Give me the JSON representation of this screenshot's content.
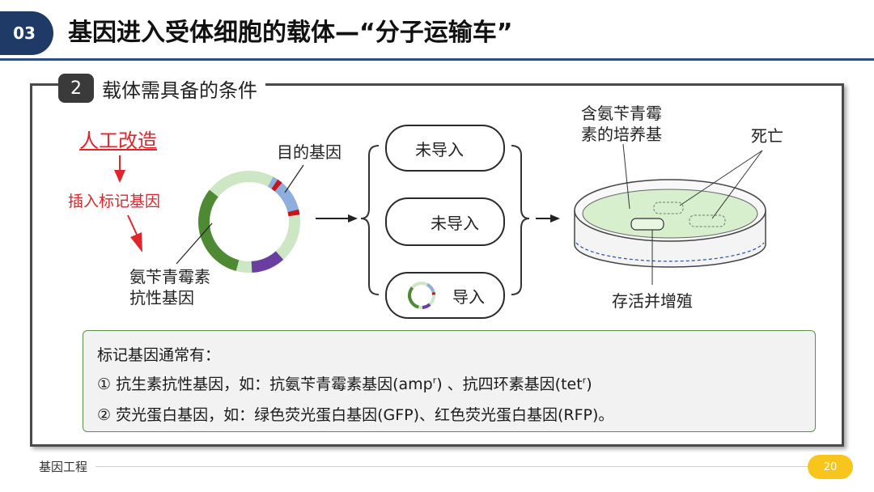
{
  "header": {
    "section_number": "03",
    "title": "基因进入受体细胞的载体—“分子运输车”"
  },
  "subheading": {
    "number": "2",
    "text": "载体需具备的条件"
  },
  "diagram": {
    "artificial_label": "人工改造",
    "insert_marker_label": "插入标记基因",
    "target_gene_label": "目的基因",
    "amp_gene_label_line1": "氨苄青霉素",
    "amp_gene_label_line2": "抗性基因",
    "outcomes": [
      {
        "label": "未导入"
      },
      {
        "label": "未导入"
      },
      {
        "label": "导入"
      }
    ],
    "medium_label_line1": "含氨苄青霉",
    "medium_label_line2": "素的培养基",
    "death_label": "死亡",
    "survive_label": "存活并增殖"
  },
  "note": {
    "heading": "标记基因通常有：",
    "item1_prefix": "① 抗生素抗性基因，如：抗氨苄青霉素基因(amp",
    "item1_sup1": "r",
    "item1_middle": ") 、抗四环素基因(tet",
    "item1_sup2": "r",
    "item1_suffix": ")",
    "item2": "② 荧光蛋白基因，如：绿色荧光蛋白基因(GFP)、红色荧光蛋白基因(RFP)。"
  },
  "footer": {
    "text": "基因工程",
    "page_number": "20"
  },
  "colors": {
    "header_navy": "#1f3a66",
    "accent_red": "#e0262c",
    "plasmid_green": "#4e8a33",
    "plasmid_purple": "#6a3ea1",
    "plasmid_blue": "#8eaede",
    "page_badge": "#f7c51c"
  }
}
